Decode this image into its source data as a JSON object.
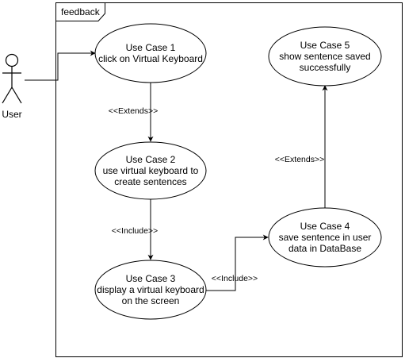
{
  "frame": {
    "label": "feedback"
  },
  "actor": {
    "label": "User"
  },
  "use_cases": [
    {
      "id": "uc1",
      "lines": [
        "Use Case 1",
        "click on Virtual Keyboard"
      ]
    },
    {
      "id": "uc2",
      "lines": [
        "Use Case 2",
        "use virtual keyboard to",
        "create sentences"
      ]
    },
    {
      "id": "uc3",
      "lines": [
        "Use Case 3",
        "display a virtual keyboard",
        "on the screen"
      ]
    },
    {
      "id": "uc4",
      "lines": [
        "Use Case 4",
        "save sentence in user",
        "data in DataBase"
      ]
    },
    {
      "id": "uc5",
      "lines": [
        "Use Case 5",
        "show sentence saved",
        "successfully"
      ]
    }
  ],
  "relations": [
    {
      "from": "uc1",
      "to": "uc2",
      "label": "<<Extends>>"
    },
    {
      "from": "uc2",
      "to": "uc3",
      "label": "<<Include>>"
    },
    {
      "from": "uc3",
      "to": "uc4",
      "label": "<<Include>>"
    },
    {
      "from": "uc4",
      "to": "uc5",
      "label": "<<Extends>>"
    }
  ],
  "colors": {
    "stroke": "#000000",
    "fill": "#ffffff"
  }
}
